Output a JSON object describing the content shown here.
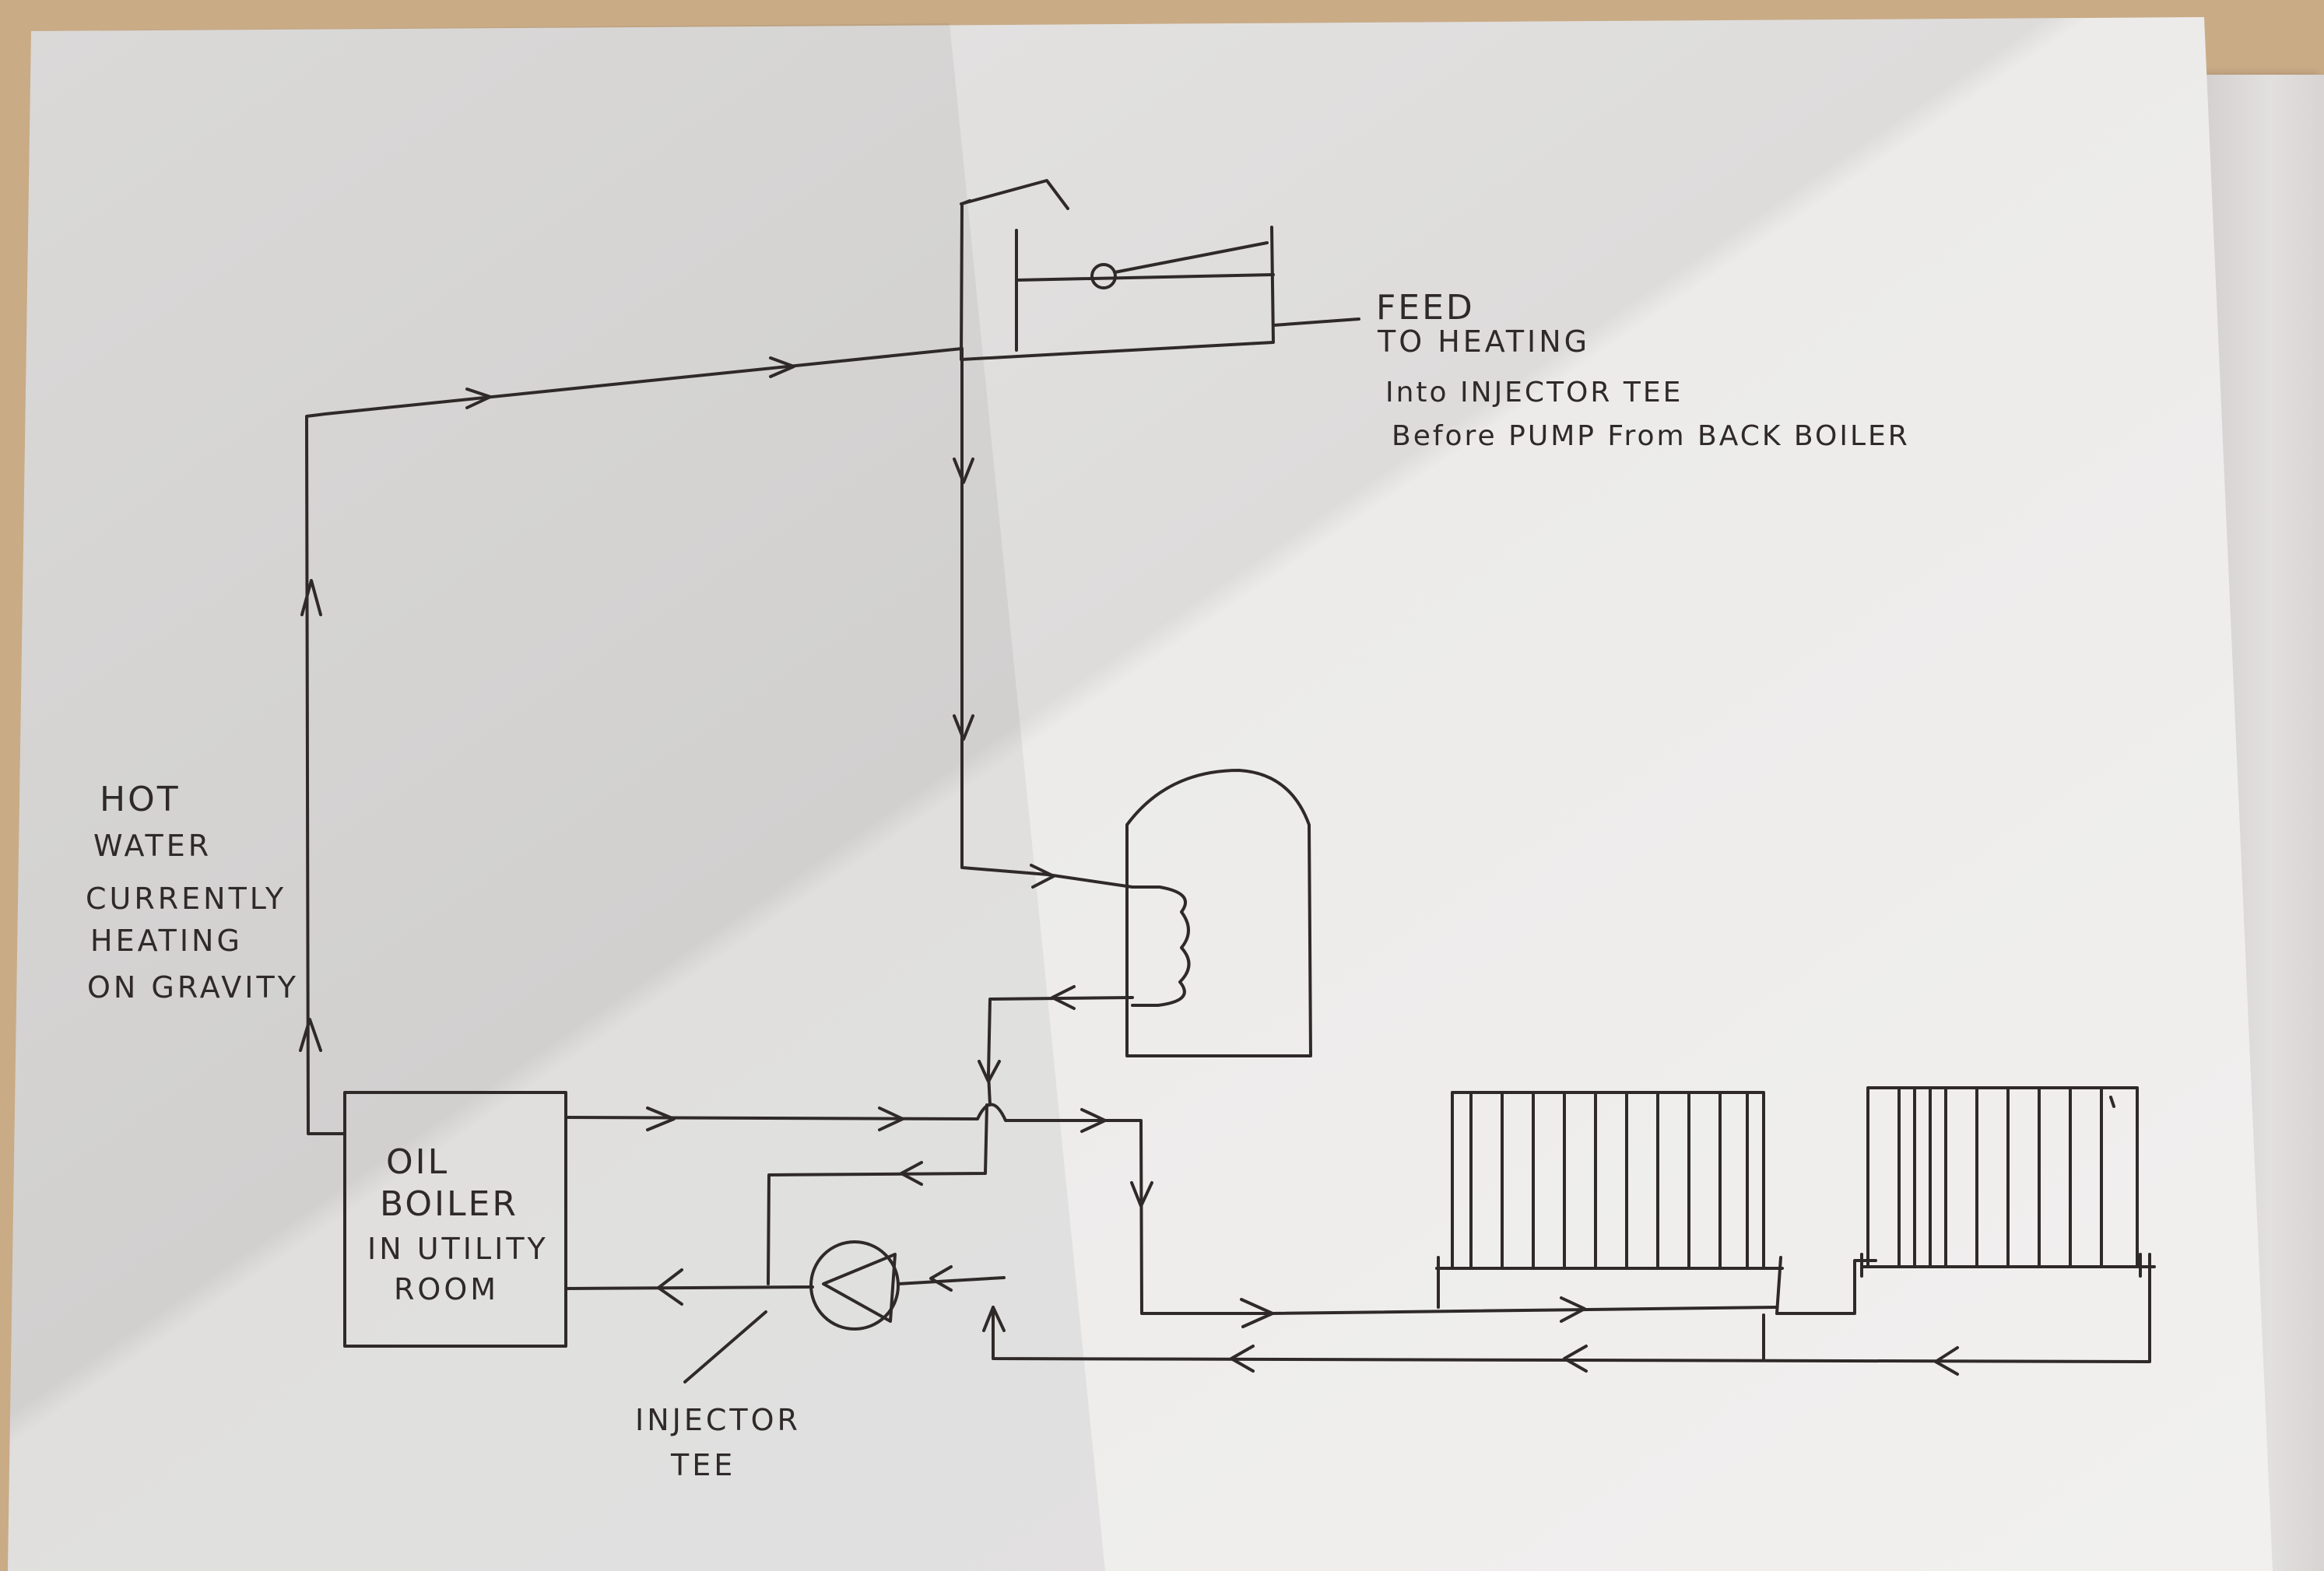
{
  "labels": {
    "feed_line1": "FEED",
    "feed_line2": "TO HEATING",
    "feed_line3": "Into INJECTOR TEE",
    "feed_line4": "Before PUMP From BACK BOILER",
    "hot_line1": "HOT",
    "hot_line2": "WATER",
    "hot_line3": "CURRENTLY",
    "hot_line4": "HEATING",
    "hot_line5": "ON GRAVITY",
    "boiler_line1": "OIL",
    "boiler_line2": "BOILER",
    "boiler_line3": "In UTILITY",
    "boiler_line4": "ROOM",
    "tee_line1": "INJECTOR",
    "tee_line2": "TEE"
  },
  "colors": {
    "ink": "#2f2a29",
    "paper": "#ececeb",
    "table": "#c9ab86"
  },
  "icons": {
    "pump": "pump-icon",
    "expansion_tank": "expansion-tank-icon",
    "cylinder": "hot-water-cylinder-icon",
    "radiator": "radiator-icon"
  }
}
